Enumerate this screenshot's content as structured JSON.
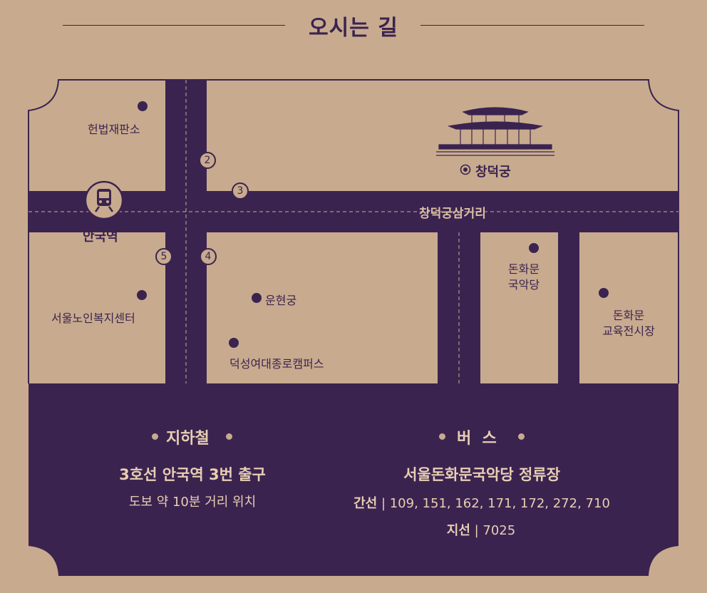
{
  "title": "오시는 길",
  "colors": {
    "background": "#c8ab8e",
    "accent": "#3b2350",
    "text_light": "#e8cfb3"
  },
  "map": {
    "station": {
      "name": "안국역",
      "icon": "train-icon"
    },
    "exits": [
      "2",
      "3",
      "4",
      "5"
    ],
    "road": "창덕궁삼거리",
    "landmarks": {
      "constitutional_court": "헌법재판소",
      "changdeokgung": "창덕궁",
      "senior_center": "서울노인복지센터",
      "unhyeongung": "운현궁",
      "duksung": "덕성여대종로캠퍼스",
      "donhwamun_theater": [
        "돈화문",
        "국악당"
      ],
      "donhwamun_center": [
        "돈화문",
        "교육전시장"
      ]
    }
  },
  "subway": {
    "heading": "지하철",
    "line1": "3호선 안국역 3번 출구",
    "line2": "도보 약 10분 거리 위치"
  },
  "bus": {
    "heading": "버  스",
    "stop": "서울돈화문국악당 정류장",
    "trunk_label": "간선",
    "trunk_routes": "109, 151, 162, 171, 172, 272, 710",
    "branch_label": "지선",
    "branch_routes": "7025"
  }
}
